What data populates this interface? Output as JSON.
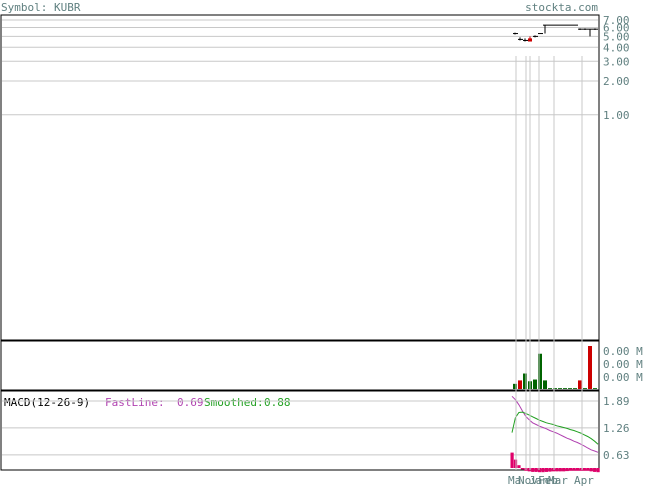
{
  "header": {
    "symbol_label": "Symbol: KUBR",
    "site": "stockta.com"
  },
  "colors": {
    "grid": "#c8c8c8",
    "text": "#608080",
    "up": "#006400",
    "down": "#cc0000",
    "fast": "#b040b0",
    "smooth": "#20a020",
    "hist": "#e0006a",
    "frame": "#000000"
  },
  "price_panel": {
    "scale": "log",
    "ylim": [
      0.01,
      7.6
    ],
    "y_ticks": [
      {
        "value": 7.0,
        "label": "7.00"
      },
      {
        "value": 6.0,
        "label": "6.00"
      },
      {
        "value": 5.0,
        "label": "5.00"
      },
      {
        "value": 4.0,
        "label": "4.00"
      },
      {
        "value": 3.0,
        "label": "3.00"
      },
      {
        "value": 2.0,
        "label": "2.00"
      },
      {
        "value": 1.0,
        "label": "1.00"
      }
    ]
  },
  "volume_panel": {
    "y_ticks": [
      "0.00 M",
      "0.00 M",
      "0.00 M"
    ]
  },
  "macd_panel": {
    "title": "MACD(12-26-9)",
    "fast_label": "FastLine:",
    "fast_value": "0.69",
    "smooth_label": "Smoothed:",
    "smooth_value": "0.88",
    "ylim": [
      0.3,
      2.1
    ],
    "y_ticks": [
      {
        "value": 1.89,
        "label": "1.89"
      },
      {
        "value": 1.26,
        "label": "1.26"
      },
      {
        "value": 0.63,
        "label": "0.63"
      }
    ]
  },
  "x_axis": {
    "months": [
      "Ma",
      "Nov",
      "Jan",
      "Feb",
      "Mar",
      "Apr"
    ]
  },
  "chart_data": {
    "type": "line",
    "price_candles": [
      {
        "o": 5.3,
        "h": 5.4,
        "l": 5.2,
        "c": 5.3
      },
      {
        "o": 4.8,
        "h": 4.9,
        "l": 4.6,
        "c": 4.7
      },
      {
        "o": 4.7,
        "h": 4.8,
        "l": 4.5,
        "c": 4.6
      },
      {
        "o": 4.8,
        "h": 5.0,
        "l": 4.5,
        "c": 4.5,
        "down": true
      },
      {
        "o": 5.0,
        "h": 5.1,
        "l": 4.9,
        "c": 5.0
      },
      {
        "o": 5.3,
        "h": 5.3,
        "l": 5.3,
        "c": 5.3
      },
      {
        "o": 5.3,
        "h": 6.3,
        "l": 5.3,
        "c": 6.3
      },
      {
        "o": 6.3,
        "h": 6.3,
        "l": 6.3,
        "c": 6.3
      },
      {
        "o": 6.3,
        "h": 6.3,
        "l": 6.3,
        "c": 6.3
      },
      {
        "o": 6.3,
        "h": 6.3,
        "l": 6.3,
        "c": 6.3
      },
      {
        "o": 6.3,
        "h": 6.3,
        "l": 6.3,
        "c": 6.3
      },
      {
        "o": 6.3,
        "h": 6.3,
        "l": 6.3,
        "c": 6.3
      },
      {
        "o": 6.3,
        "h": 6.3,
        "l": 6.3,
        "c": 6.3
      },
      {
        "o": 5.8,
        "h": 5.9,
        "l": 5.7,
        "c": 5.8
      },
      {
        "o": 5.8,
        "h": 5.9,
        "l": 5.7,
        "c": 5.8
      },
      {
        "o": 5.8,
        "h": 5.8,
        "l": 5.0,
        "c": 5.8
      },
      {
        "o": 5.8,
        "h": 5.9,
        "l": 5.7,
        "c": 5.8
      }
    ],
    "volume_bars": [
      {
        "v": 0.12,
        "down": false
      },
      {
        "v": 0.2,
        "down": true
      },
      {
        "v": 0.36,
        "down": false
      },
      {
        "v": 0.18,
        "down": false
      },
      {
        "v": 0.22,
        "down": false
      },
      {
        "v": 0.82,
        "down": false
      },
      {
        "v": 0.2,
        "down": false
      },
      {
        "v": 0.02,
        "down": false
      },
      {
        "v": 0.02,
        "down": false
      },
      {
        "v": 0.02,
        "down": false
      },
      {
        "v": 0.02,
        "down": false
      },
      {
        "v": 0.02,
        "down": false
      },
      {
        "v": 0.02,
        "down": false
      },
      {
        "v": 0.2,
        "down": true
      },
      {
        "v": 0.02,
        "down": false
      },
      {
        "v": 1.0,
        "down": true
      },
      {
        "v": 0.02,
        "down": false
      }
    ],
    "macd_fast": [
      2.0,
      1.92,
      1.8,
      1.66,
      1.53,
      1.45,
      1.38,
      1.34,
      1.3,
      1.27,
      1.24,
      1.2,
      1.17,
      1.14,
      1.1,
      1.06,
      1.02,
      0.99,
      0.95,
      0.92,
      0.88,
      0.84,
      0.79,
      0.75,
      0.72,
      0.69
    ],
    "macd_smooth": [
      1.15,
      1.5,
      1.62,
      1.63,
      1.6,
      1.56,
      1.52,
      1.48,
      1.44,
      1.41,
      1.38,
      1.36,
      1.34,
      1.31,
      1.29,
      1.27,
      1.25,
      1.22,
      1.2,
      1.17,
      1.14,
      1.1,
      1.06,
      1.01,
      0.95,
      0.88
    ],
    "macd_hist": [
      0.55,
      0.3,
      0.1,
      -0.05,
      -0.1,
      -0.12,
      -0.14,
      -0.14,
      -0.15,
      -0.15,
      -0.14,
      -0.13,
      -0.12,
      -0.12,
      -0.12,
      -0.12,
      -0.11,
      -0.1,
      -0.1,
      -0.1,
      -0.1,
      -0.1,
      -0.1,
      -0.12,
      -0.14,
      -0.15
    ]
  }
}
